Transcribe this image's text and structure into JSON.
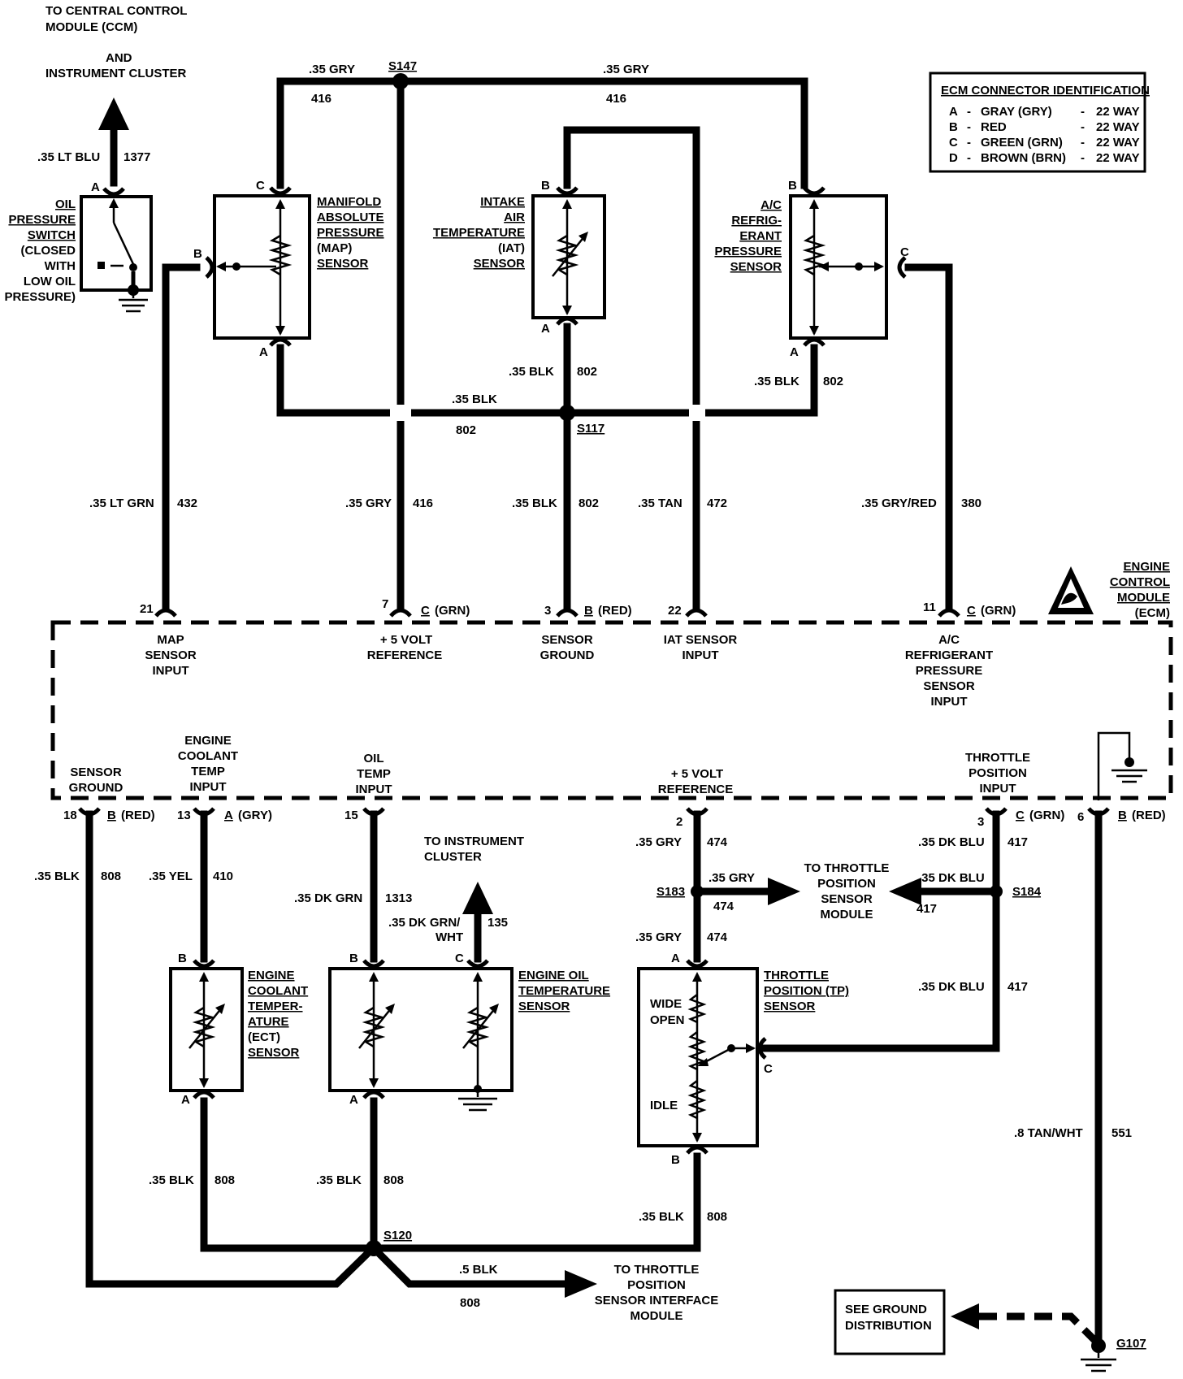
{
  "top_left": {
    "line1": "TO CENTRAL CONTROL",
    "line2": "MODULE (CCM)",
    "line3": "AND",
    "line4": "INSTRUMENT CLUSTER",
    "wire_color": ".35 LT BLU",
    "wire_num": "1377"
  },
  "legend": {
    "title": "ECM CONNECTOR IDENTIFICATION",
    "rows": [
      {
        "letter": "A",
        "dash": "-",
        "color": "GRAY (GRY)",
        "dash2": "-",
        "way": "22 WAY"
      },
      {
        "letter": "B",
        "dash": "-",
        "color": "RED",
        "dash2": "-",
        "way": "22 WAY"
      },
      {
        "letter": "C",
        "dash": "-",
        "color": "GREEN (GRN)",
        "dash2": "-",
        "way": "22 WAY"
      },
      {
        "letter": "D",
        "dash": "-",
        "color": "BROWN (BRN)",
        "dash2": "-",
        "way": "22 WAY"
      }
    ]
  },
  "sensors": {
    "oil_pressure": [
      "OIL",
      "PRESSURE",
      "SWITCH",
      "(CLOSED",
      "WITH",
      "LOW OIL",
      "PRESSURE)"
    ],
    "map": [
      "MANIFOLD",
      "ABSOLUTE",
      "PRESSURE",
      "(MAP)",
      "SENSOR"
    ],
    "iat": [
      "INTAKE",
      "AIR",
      "TEMPERATURE",
      "(IAT)",
      "SENSOR"
    ],
    "ac": [
      "A/C",
      "REFRIG-",
      "ERANT",
      "PRESSURE",
      "SENSOR"
    ],
    "ect": [
      "ENGINE",
      "COOLANT",
      "TEMPER-",
      "ATURE",
      "(ECT)",
      "SENSOR"
    ],
    "oil_temp": [
      "ENGINE OIL",
      "TEMPERATURE",
      "SENSOR"
    ],
    "tp": [
      "THROTTLE",
      "POSITION (TP)",
      "SENSOR"
    ],
    "tp_wide": "WIDE",
    "tp_open": "OPEN",
    "tp_idle": "IDLE"
  },
  "pins": {
    "A": "A",
    "B": "B",
    "C": "C"
  },
  "splices": {
    "s147": "S147",
    "s117": "S117",
    "s183": "S183",
    "s184": "S184",
    "s120": "S120",
    "g107": "G107"
  },
  "wires": {
    "gry35": ".35 GRY",
    "n416": "416",
    "blk35": ".35 BLK",
    "n802": "802",
    "ltgrn": ".35 LT GRN",
    "n432": "432",
    "tan35": ".35 TAN",
    "n472": "472",
    "gryred": ".35 GRY/RED",
    "n380": "380",
    "n808": "808",
    "yel35": ".35 YEL",
    "n410": "410",
    "dkgrn": ".35 DK GRN",
    "n1313": "1313",
    "dkgrnwht1": ".35 DK GRN/",
    "dkgrnwht2": "WHT",
    "n135": "135",
    "n474": "474",
    "dkblu": ".35 DK BLU",
    "n417": "417",
    "blk5": ".5 BLK",
    "tanwht": ".8 TAN/WHT",
    "n551": "551"
  },
  "ecm": {
    "title": [
      "ENGINE",
      "CONTROL",
      "MODULE",
      "(ECM)"
    ],
    "top_pins": [
      {
        "num": "21",
        "conn": ""
      },
      {
        "num": "7",
        "conn": "C",
        "conn_color": "(GRN)"
      },
      {
        "num": "3",
        "conn": "B",
        "conn_color": "(RED)"
      },
      {
        "num": "22",
        "conn": ""
      },
      {
        "num": "11",
        "conn": "C",
        "conn_color": "(GRN)"
      }
    ],
    "top_labels": {
      "map": [
        "MAP",
        "SENSOR",
        "INPUT"
      ],
      "ref": [
        "+ 5 VOLT",
        "REFERENCE"
      ],
      "gnd": [
        "SENSOR",
        "GROUND"
      ],
      "iat": [
        "IAT SENSOR",
        "INPUT"
      ],
      "ac": [
        "A/C",
        "REFRIGERANT",
        "PRESSURE",
        "SENSOR",
        "INPUT"
      ]
    },
    "bottom_pins": [
      {
        "num": "18",
        "conn": "B",
        "conn_color": "(RED)"
      },
      {
        "num": "13",
        "conn": "A",
        "conn_color": "(GRY)"
      },
      {
        "num": "15",
        "conn": ""
      },
      {
        "num": "2",
        "conn": ""
      },
      {
        "num": "3",
        "conn": "C",
        "conn_color": "(GRN)"
      },
      {
        "num": "6",
        "conn": "B",
        "conn_color": "(RED)"
      }
    ],
    "bottom_labels": {
      "gnd": [
        "SENSOR",
        "GROUND"
      ],
      "ect": [
        "ENGINE",
        "COOLANT",
        "TEMP",
        "INPUT"
      ],
      "oil": [
        "OIL",
        "TEMP",
        "INPUT"
      ],
      "ref": [
        "+ 5 VOLT",
        "REFERENCE"
      ],
      "tp": [
        "THROTTLE",
        "POSITION",
        "INPUT"
      ]
    }
  },
  "destinations": {
    "instrument": [
      "TO INSTRUMENT",
      "CLUSTER"
    ],
    "tps_module": [
      "TO THROTTLE",
      "POSITION",
      "SENSOR",
      "MODULE"
    ],
    "tps_interface": [
      "TO THROTTLE",
      "POSITION",
      "SENSOR INTERFACE",
      "MODULE"
    ],
    "ground_dist": [
      "SEE GROUND",
      "DISTRIBUTION"
    ]
  }
}
